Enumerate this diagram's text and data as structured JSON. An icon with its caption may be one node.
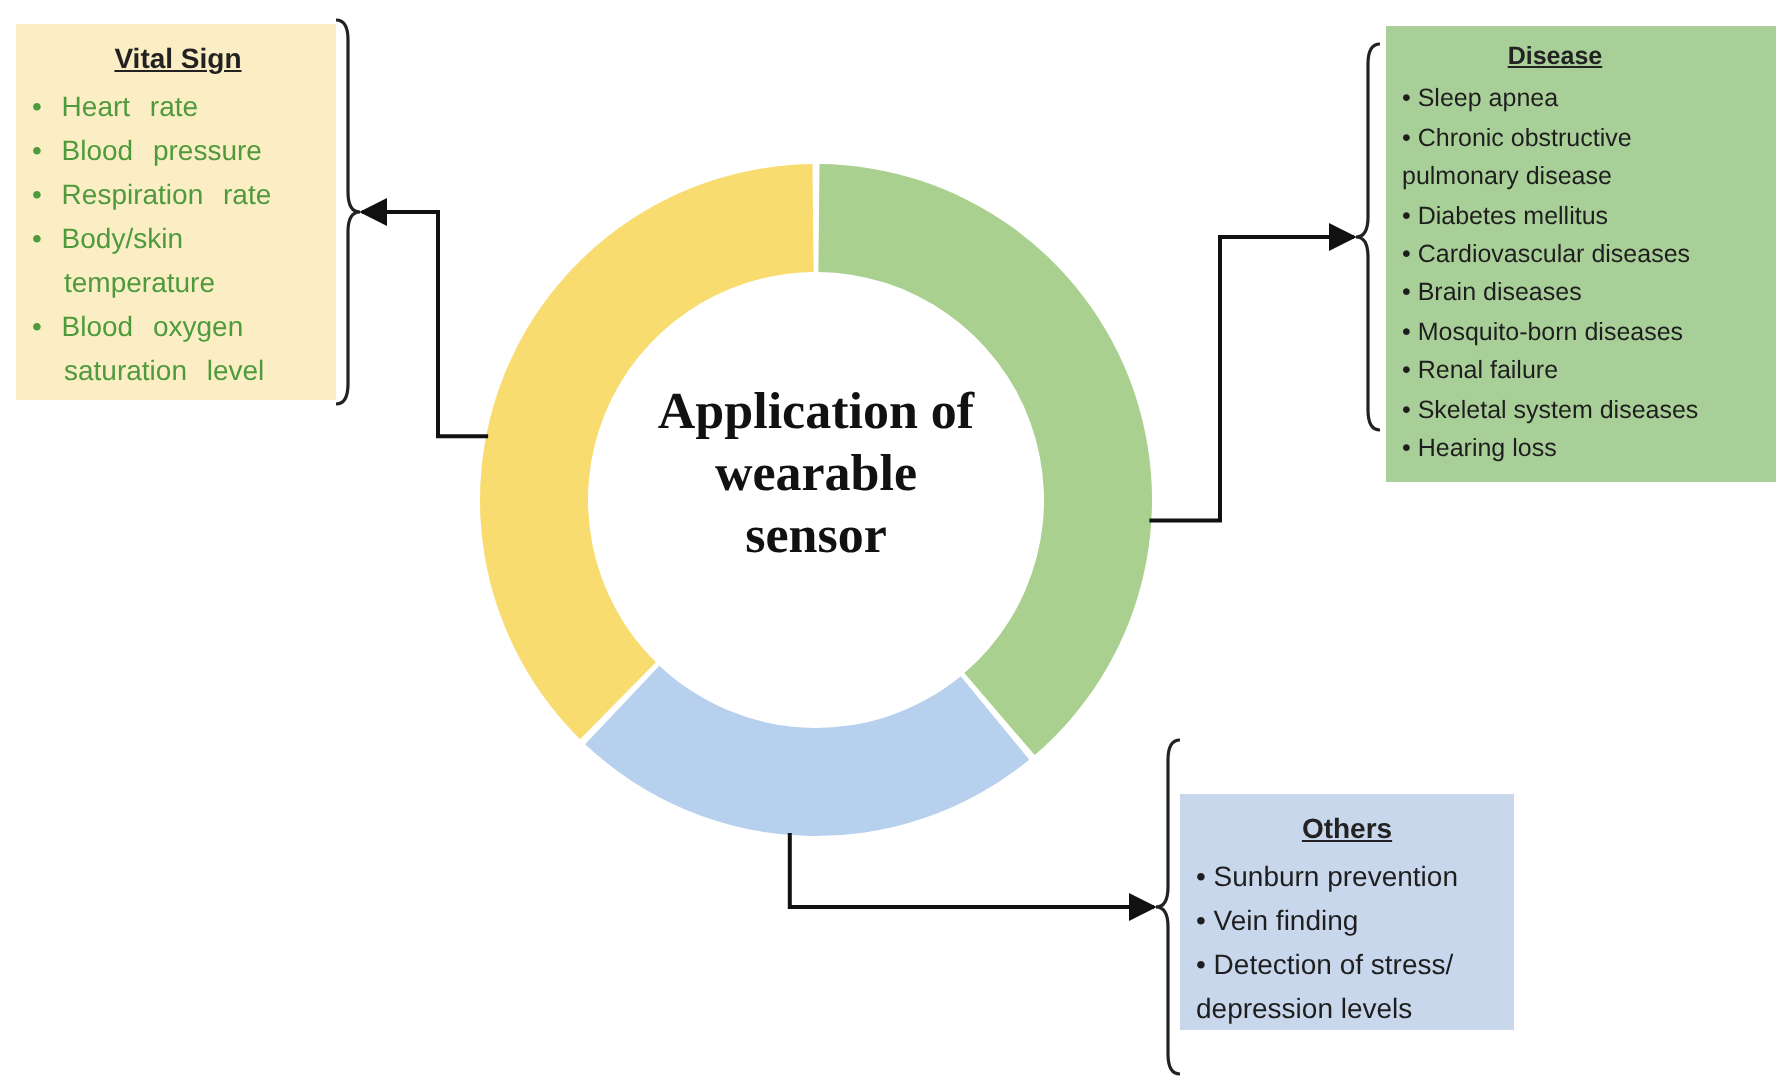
{
  "diagram": {
    "nodes": [
      {
        "text": [
          "Vital Sign",
          "• Heart rate",
          "• Blood pressure",
          "• Respiration rate",
          "• Body/skin temperature",
          "• Blood oxygen saturation level"
        ]
      },
      {
        "text": [
          "Disease",
          "• Sleep apnea",
          "• Chronic obstructive pulmonary disease",
          "• Diabetes mellitus",
          "• Cardiovascular diseases",
          "• Brain diseases",
          "• Mosquito-born diseases",
          "• Renal failure",
          "• Skeletal system diseases",
          "• Hearing loss"
        ]
      },
      {
        "text": [],
        "shape": "arc"
      },
      {
        "text": [],
        "shape": "arc"
      },
      {
        "text": [
          "Application of wearable sensor"
        ]
      },
      {
        "text": [],
        "shape": "arc"
      },
      {
        "text": [
          "Others",
          "• Sunburn prevention",
          "• Vein finding",
          "• Detection of stress/ depression levels"
        ]
      }
    ],
    "edges": [
      {
        "from": 2,
        "to": 0,
        "arrow": "to"
      },
      {
        "from": 3,
        "to": 1,
        "arrow": "to"
      },
      {
        "from": 5,
        "to": 6,
        "arrow": "to"
      }
    ]
  }
}
